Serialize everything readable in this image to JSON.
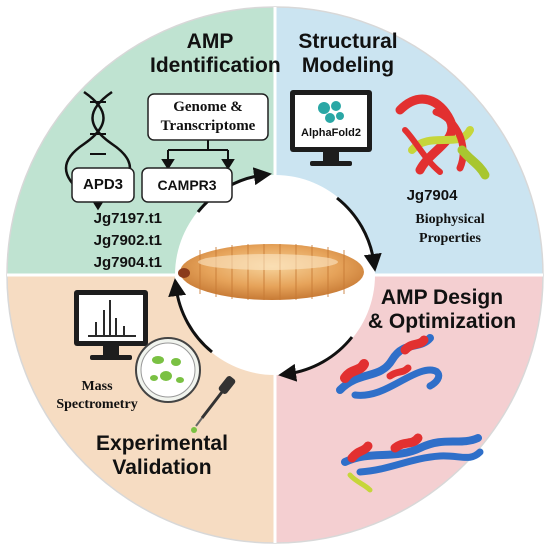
{
  "quadrants": {
    "top_left": {
      "title_line1": "AMP",
      "title_line2": "Identification",
      "genome_line1": "Genome &",
      "genome_line2": "Transcriptome",
      "db1": "APD3",
      "db2": "CAMPR3",
      "peptides": [
        "Jg7197.t1",
        "Jg7902.t1",
        "Jg7904.t1"
      ],
      "color": "#bfe3d1"
    },
    "top_right": {
      "title_line1": "Structural",
      "title_line2": "Modeling",
      "software": "AlphaFold2",
      "peptide": "Jg7904",
      "props_line1": "Biophysical",
      "props_line2": "Properties",
      "color": "#cbe4f1"
    },
    "bottom_right": {
      "title_line1": "AMP Design",
      "title_line2": "& Optimization",
      "color": "#f4cfd1"
    },
    "bottom_left": {
      "title_line1": "Experimental",
      "title_line2": "Validation",
      "ms_line1": "Mass",
      "ms_line2": "Spectrometry",
      "color": "#f6dcc2"
    }
  },
  "icons": [
    "dna-icon",
    "monitor-icon",
    "protein-structure-icon",
    "petri-dish-icon",
    "pipette-icon",
    "larva-image",
    "cycle-arrow-icon"
  ]
}
